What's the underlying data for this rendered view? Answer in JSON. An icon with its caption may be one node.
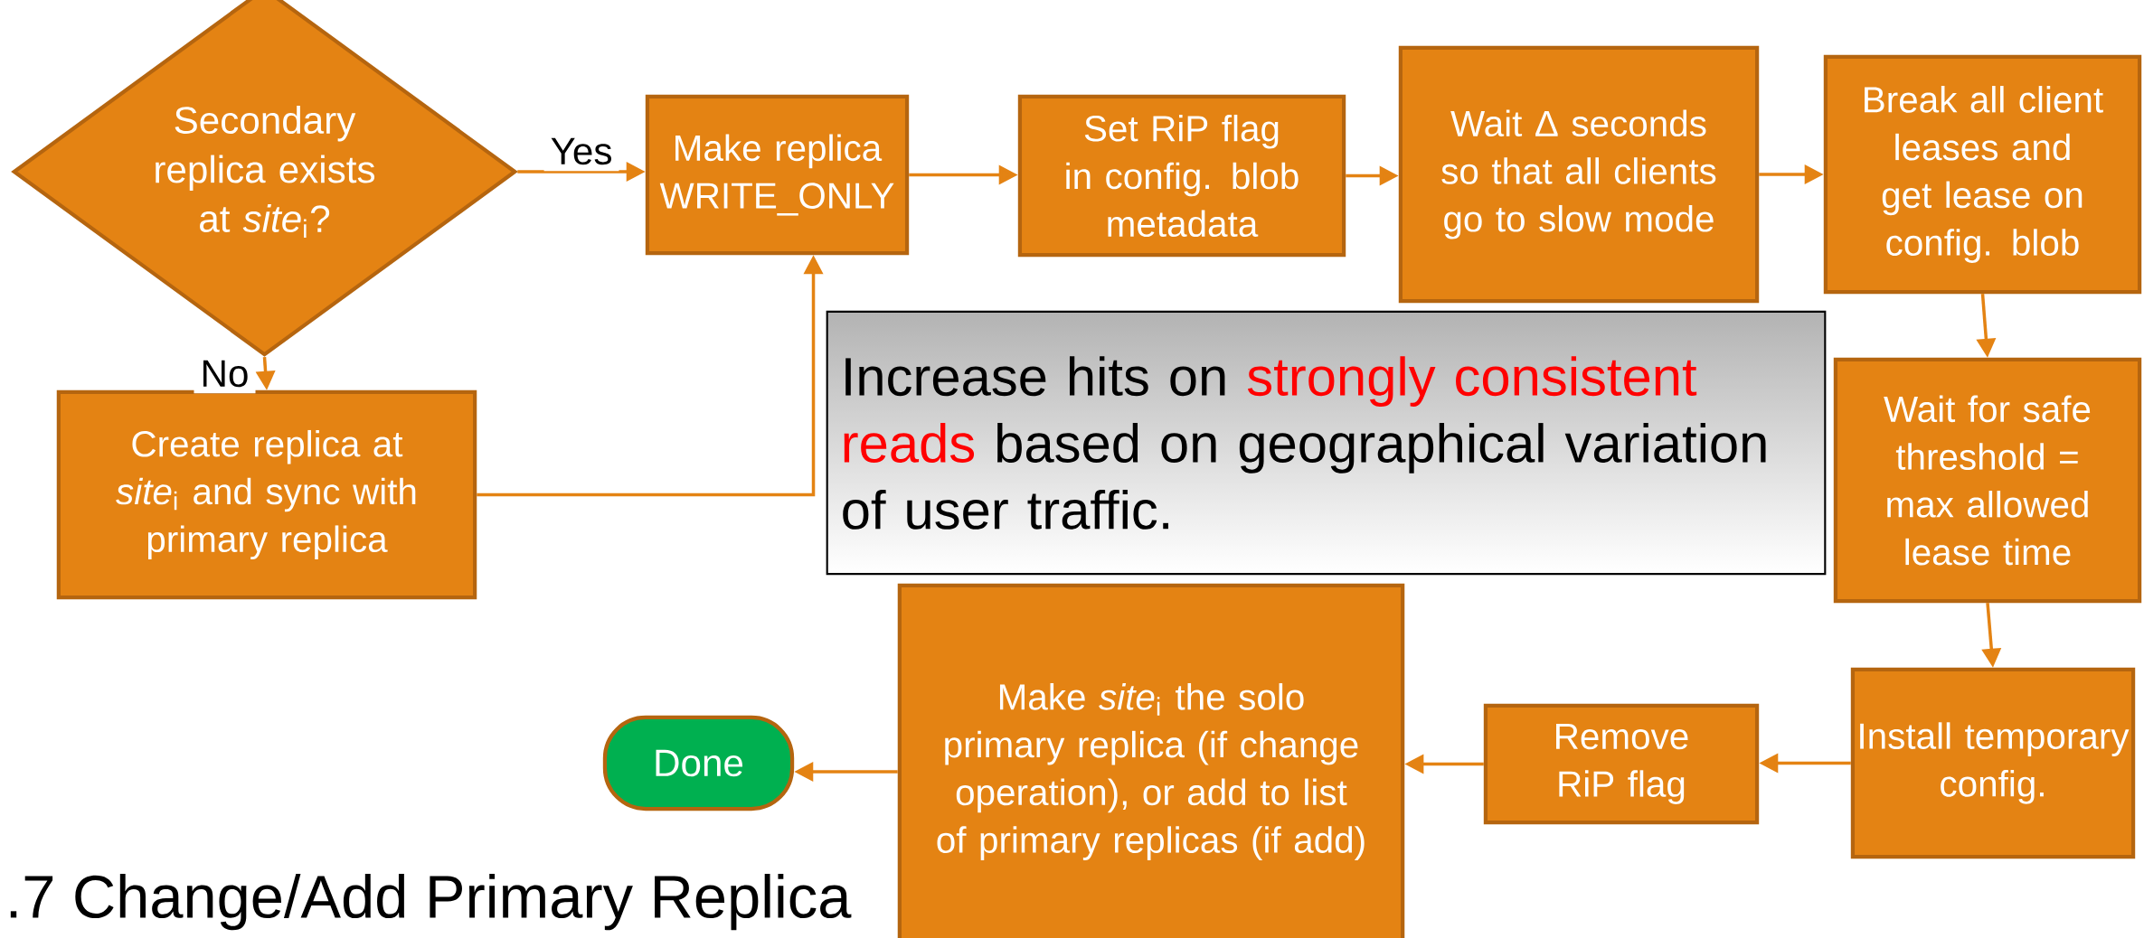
{
  "diagram": {
    "title": ".7 Change/Add Primary Replica",
    "nodes": [
      {
        "text": [
          "Secondary replica exists at *site*$_{i}$?"
        ]
      },
      {
        "text": [
          "Make replica WRITE_ONLY"
        ]
      },
      {
        "text": [
          "Set RiP flag in config. blob metadata"
        ]
      },
      {
        "text": [
          "Wait Δ seconds so that all clients go to slow mode"
        ]
      },
      {
        "text": [
          "Break all client leases and get lease on config. blob"
        ]
      },
      {
        "text": [
          "Wait for safe threshold = max allowed lease time"
        ]
      },
      {
        "text": [
          "Install temporary config."
        ]
      },
      {
        "text": [
          "Remove RiP flag"
        ]
      },
      {
        "text": [
          "Make *site*$_{i}$ the solo primary replica (if change operation), or add to list of primary replicas (if add)"
        ]
      },
      {
        "text": [
          "Done"
        ]
      },
      {
        "text": [
          "Create replica at *site*$_{i}$ and sync with primary replica"
        ]
      },
      {
        "text": [
          "Increase hits on",
          "strongly consistent reads",
          "based on geographical variation of user traffic."
        ]
      }
    ],
    "edges": [
      {
        "from": 0,
        "to": 1,
        "arrow": "to",
        "label": "Yes"
      },
      {
        "from": 0,
        "to": 10,
        "arrow": "to",
        "label": "No"
      },
      {
        "from": 10,
        "to": 1,
        "arrow": "to"
      },
      {
        "from": 1,
        "to": 2,
        "arrow": "to"
      },
      {
        "from": 2,
        "to": 3,
        "arrow": "to"
      },
      {
        "from": 3,
        "to": 4,
        "arrow": "to"
      },
      {
        "from": 4,
        "to": 5,
        "arrow": "to"
      },
      {
        "from": 5,
        "to": 6,
        "arrow": "to"
      },
      {
        "from": 6,
        "to": 7,
        "arrow": "to"
      },
      {
        "from": 7,
        "to": 8,
        "arrow": "to"
      },
      {
        "from": 8,
        "to": 9,
        "arrow": "to"
      }
    ]
  }
}
